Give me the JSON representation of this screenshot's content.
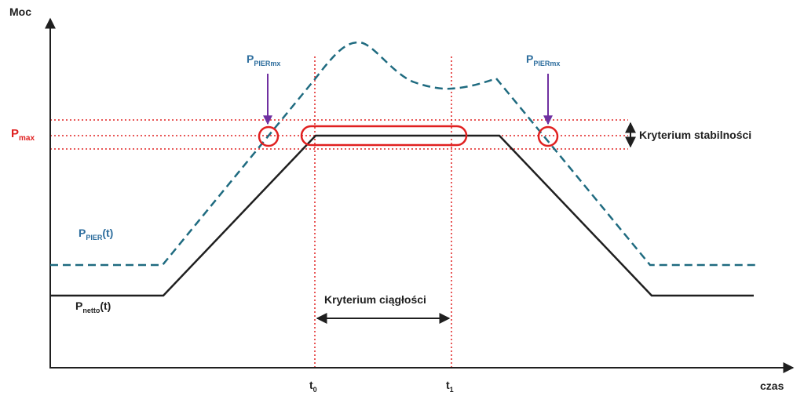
{
  "axes": {
    "y_label": "Moc",
    "x_label": "czas"
  },
  "labels": {
    "pmax": {
      "main": "P",
      "sub": "max"
    },
    "pier_series": {
      "main": "P",
      "sub": "PIER",
      "suffix": "(t)"
    },
    "netto_series": {
      "main": "P",
      "sub": "netto",
      "suffix": "(t)"
    },
    "pier_marker": {
      "main": "P",
      "sub": "PIERmx"
    },
    "t0": {
      "main": "t",
      "sub": "0"
    },
    "t1": {
      "main": "t",
      "sub": "1"
    }
  },
  "annotations": {
    "stability": "Kryterium stabilności",
    "continuity": "Kryterium ciągłości"
  },
  "colors": {
    "axis": "#1f1f1f",
    "netto_line": "#1f1f1f",
    "pier_line": "#1f6b80",
    "pier_label": "#2e6e9e",
    "red": "#e02020",
    "arrow_marker": "#7030a0"
  }
}
